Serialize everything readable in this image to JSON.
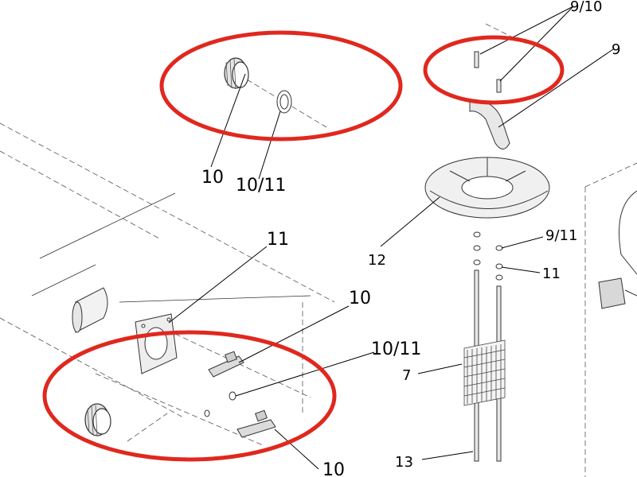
{
  "callouts": [
    {
      "id": "c1",
      "text": "9/10"
    },
    {
      "id": "c2",
      "text": "9"
    },
    {
      "id": "c3",
      "text": "10"
    },
    {
      "id": "c4",
      "text": "10/11"
    },
    {
      "id": "c5",
      "text": "11"
    },
    {
      "id": "c6",
      "text": "10"
    },
    {
      "id": "c7",
      "text": "10/11"
    },
    {
      "id": "c8",
      "text": "12"
    },
    {
      "id": "c9",
      "text": "9/11"
    },
    {
      "id": "c10",
      "text": "11"
    },
    {
      "id": "c11",
      "text": "7"
    },
    {
      "id": "c12",
      "text": "13"
    },
    {
      "id": "c13",
      "text": "10"
    }
  ],
  "highlight_color": "#e0281e"
}
